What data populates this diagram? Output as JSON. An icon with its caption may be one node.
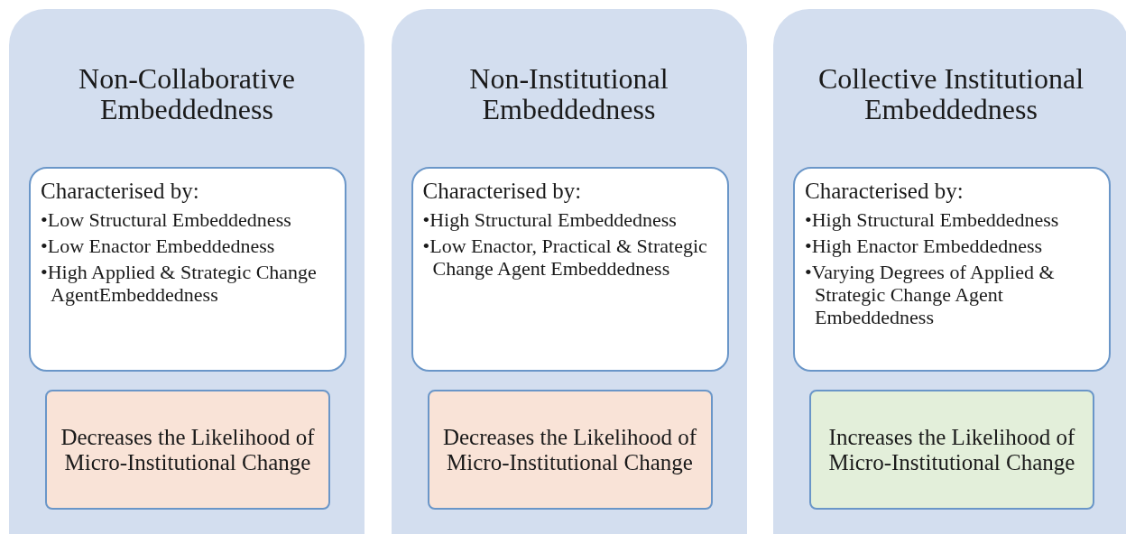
{
  "diagram": {
    "nodes": [
      {
        "text": [
          "Non-Collaborative Embeddedness"
        ]
      },
      {
        "text": [
          "Characterised by:",
          "•Low Structural Embeddedness",
          "•Low Enactor Embeddedness",
          "•High Applied & Strategic Change AgentEmbeddedness"
        ],
        "in": 0
      },
      {
        "text": [
          "Decreases the Likelihood of Micro-Institutional Change"
        ],
        "in": 0
      },
      {
        "text": [
          "Non-Institutional Embeddedness"
        ]
      },
      {
        "text": [
          "Characterised by:",
          "•High Structural Embeddedness",
          "•Low Enactor, Practical & Strategic Change Agent Embeddedness"
        ],
        "in": 3
      },
      {
        "text": [
          "Decreases the Likelihood of Micro-Institutional Change"
        ],
        "in": 3
      },
      {
        "text": [
          "Collective Institutional Embeddedness"
        ]
      },
      {
        "text": [
          "Characterised by:",
          "•High Structural Embeddedness",
          "•High Enactor Embeddedness",
          "•Varying Degrees of Applied & Strategic Change Agent Embeddedness"
        ],
        "in": 6
      },
      {
        "text": [
          "Increases the Likelihood of Micro-Institutional Change"
        ],
        "in": 6
      }
    ]
  }
}
